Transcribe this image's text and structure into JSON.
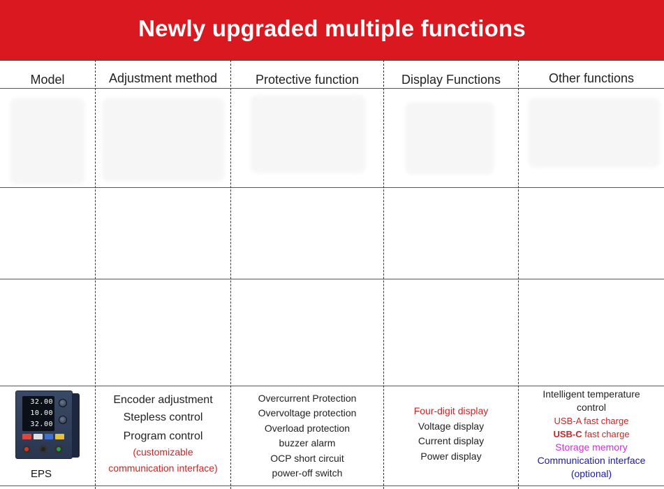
{
  "banner": {
    "title": "Newly upgraded multiple functions"
  },
  "headers": {
    "model": "Model",
    "adjustment": "Adjustment method",
    "protective": "Protective function",
    "display": "Display Functions",
    "other": "Other functions"
  },
  "model": {
    "label": "EPS",
    "device": {
      "digits": [
        "32.00",
        "10.00",
        "32.00"
      ]
    }
  },
  "adjustment": {
    "lines": [
      "Encoder adjustment",
      "Stepless control",
      "Program control",
      "(customizable",
      "communication interface)"
    ]
  },
  "protective": {
    "lines": [
      "Overcurrent Protection",
      "Overvoltage protection",
      "Overload protection",
      "buzzer alarm",
      "OCP short circuit",
      "power-off switch"
    ]
  },
  "display": {
    "lines": [
      "Four-digit display",
      "Voltage display",
      "Current display",
      "Power display"
    ]
  },
  "other": {
    "lines": [
      "Intelligent temperature",
      "control",
      "USB-A fast charge",
      "USB-C",
      "fast charge",
      "Storage memory",
      "Communication interface",
      "(optional)"
    ]
  },
  "colors": {
    "banner": "#d9191f",
    "accent_red": "#c62828",
    "magenta": "#cc33cc",
    "navy": "#1a1aa8"
  }
}
